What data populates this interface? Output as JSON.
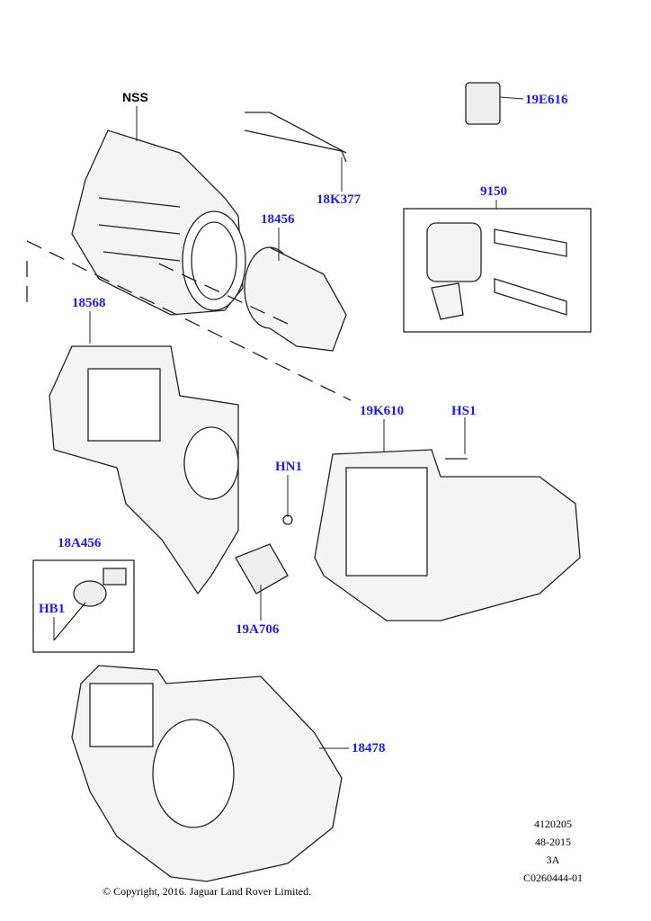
{
  "diagram": {
    "callouts": [
      {
        "id": "nss",
        "text": "NSS",
        "color": "#000000"
      },
      {
        "id": "19e616",
        "text": "19E616",
        "color": "#1a1aff"
      },
      {
        "id": "18k377",
        "text": "18K377",
        "color": "#1a1aff"
      },
      {
        "id": "18456",
        "text": "18456",
        "color": "#1a1aff"
      },
      {
        "id": "9150",
        "text": "9150",
        "color": "#1a1aff"
      },
      {
        "id": "18568",
        "text": "18568",
        "color": "#1a1aff"
      },
      {
        "id": "19k610",
        "text": "19K610",
        "color": "#1a1aff"
      },
      {
        "id": "hs1",
        "text": "HS1",
        "color": "#1a1aff"
      },
      {
        "id": "hn1",
        "text": "HN1",
        "color": "#1a1aff"
      },
      {
        "id": "18a456",
        "text": "18A456",
        "color": "#1a1aff"
      },
      {
        "id": "hb1",
        "text": "HB1",
        "color": "#1a1aff"
      },
      {
        "id": "19a706",
        "text": "19A706",
        "color": "#1a1aff"
      },
      {
        "id": "18478",
        "text": "18478",
        "color": "#1a1aff"
      }
    ],
    "meta_lines": [
      "4120205",
      "48-2015",
      "3A",
      "C0260444-01"
    ],
    "copyright": "© Copyright, 2016. Jaguar Land Rover Limited."
  }
}
